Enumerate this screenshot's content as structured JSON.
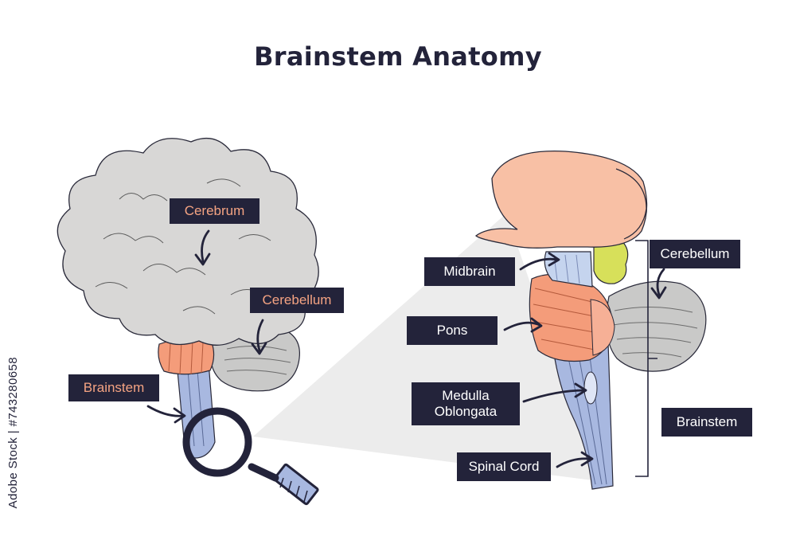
{
  "title": "Brainstem Anatomy",
  "left_labels": {
    "cerebrum": "Cerebrum",
    "cerebellum": "Cerebellum",
    "brainstem": "Brainstem"
  },
  "right_labels": {
    "midbrain": "Midbrain",
    "pons": "Pons",
    "medulla": "Medulla\nOblongata",
    "spinal_cord": "Spinal Cord",
    "cerebellum": "Cerebellum",
    "brainstem": "Brainstem"
  },
  "watermark": "Adobe Stock | #743280658",
  "colors": {
    "label_bg": "#23233a",
    "label_accent": "#f4a382",
    "cerebrum": "#d8d7d6",
    "salmon": "#f8c0a5",
    "pons_orange": "#f49c7a",
    "stem_blue": "#a8b8e0",
    "cerebellum_gray": "#c9c9c8",
    "yellow_green": "#d7e05a"
  }
}
